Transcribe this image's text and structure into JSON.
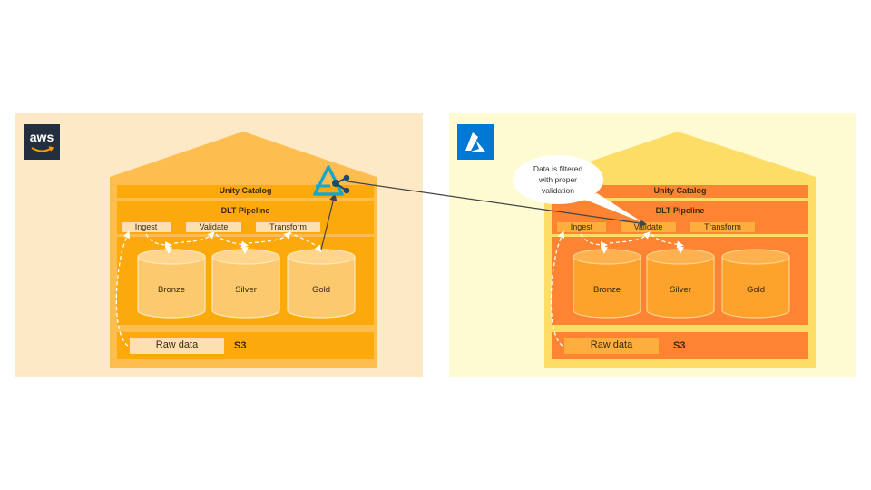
{
  "aws_side": {
    "logo_text": "aws",
    "catalog_label": "Unity Catalog",
    "pipeline_label": "DLT Pipeline",
    "steps": [
      "Ingest",
      "Validate",
      "Transform"
    ],
    "tables": [
      "Bronze",
      "Silver",
      "Gold"
    ],
    "raw_label": "Raw data",
    "storage_label": "S3"
  },
  "azure_side": {
    "catalog_label": "Unity Catalog",
    "pipeline_label": "DLT Pipeline",
    "steps": [
      "Ingest",
      "Validate",
      "Transform"
    ],
    "tables": [
      "Bronze",
      "Silver",
      "Gold"
    ],
    "raw_label": "Raw data",
    "storage_label": "S3"
  },
  "callout": {
    "lines": [
      "Data is filtered",
      "with proper",
      "validation"
    ]
  },
  "colors": {
    "aws_bg": "#fde9c5",
    "aws_house": "#fdbd4f",
    "aws_inner": "#fca90c",
    "azure_bg": "#fefad2",
    "azure_house": "#fedd67",
    "azure_inner": "#fd8432",
    "aws_logo_bg": "#232f3e",
    "azure_logo_bg": "#0078d4",
    "delta_share": "#1aa6c9"
  }
}
